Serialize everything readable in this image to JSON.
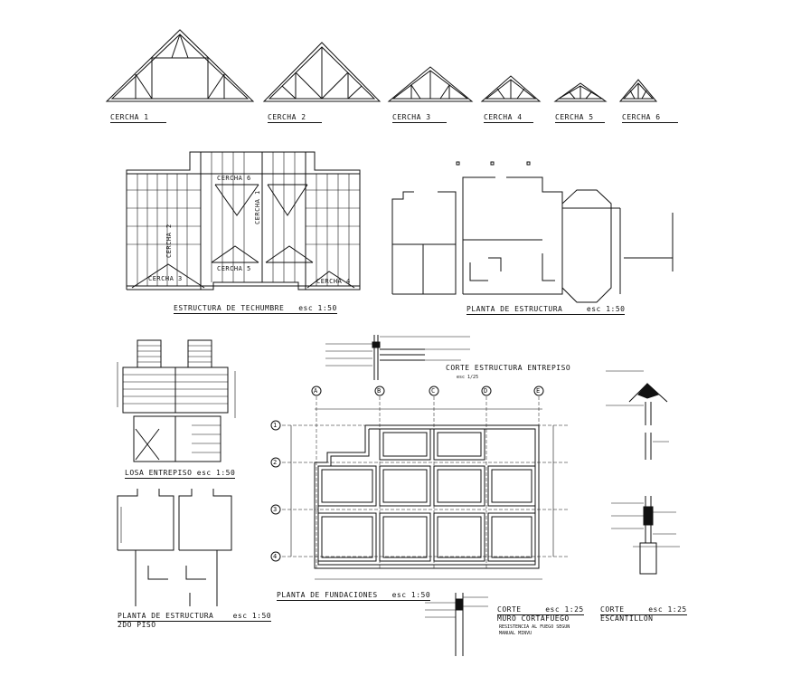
{
  "trusses": {
    "cercha_1": "CERCHA 1",
    "cercha_2": "CERCHA 2",
    "cercha_3": "CERCHA 3",
    "cercha_4": "CERCHA 4",
    "cercha_5": "CERCHA 5",
    "cercha_6": "CERCHA 6"
  },
  "roof": {
    "title": "ESTRUCTURA DE TECHUMBRE",
    "scale": "esc 1:50",
    "tag_cercha_6": "CERCHA 6",
    "tag_cercha_5": "CERCHA 5",
    "tag_cercha_1": "CERCHA 1",
    "tag_cercha_2": "CERCHA 2",
    "tag_cercha_3": "CERCHA 3",
    "tag_cercha_4": "CERCHA 4"
  },
  "structure_plan": {
    "title": "PLANTA DE ESTRUCTURA",
    "scale": "esc 1:50"
  },
  "slab": {
    "title": "LOSA ENTREPISO esc 1:50"
  },
  "entrepiso_section": {
    "title": "CORTE ESTRUCTURA ENTREPISO",
    "scale": "esc 1/25"
  },
  "foundations": {
    "title": "PLANTA DE FUNDACIONES",
    "scale": "esc 1:50",
    "axes_letters": [
      "A",
      "B",
      "C",
      "D",
      "E"
    ],
    "axes_numbers": [
      "1",
      "2",
      "3",
      "4"
    ]
  },
  "second_floor": {
    "title": "PLANTA DE ESTRUCTURA",
    "scale": "esc 1:50",
    "subtitle": "2DO PISO"
  },
  "firewall": {
    "title": "CORTE",
    "scale": "esc 1:25",
    "subtitle": "MURO CORTAFUEGO",
    "note_line1": "RESISTENCIA AL FUEGO SEGUN",
    "note_line2": "MANUAL MINVU"
  },
  "escantillon": {
    "title": "CORTE",
    "scale": "esc 1:25",
    "subtitle": "ESCANTILLON"
  }
}
